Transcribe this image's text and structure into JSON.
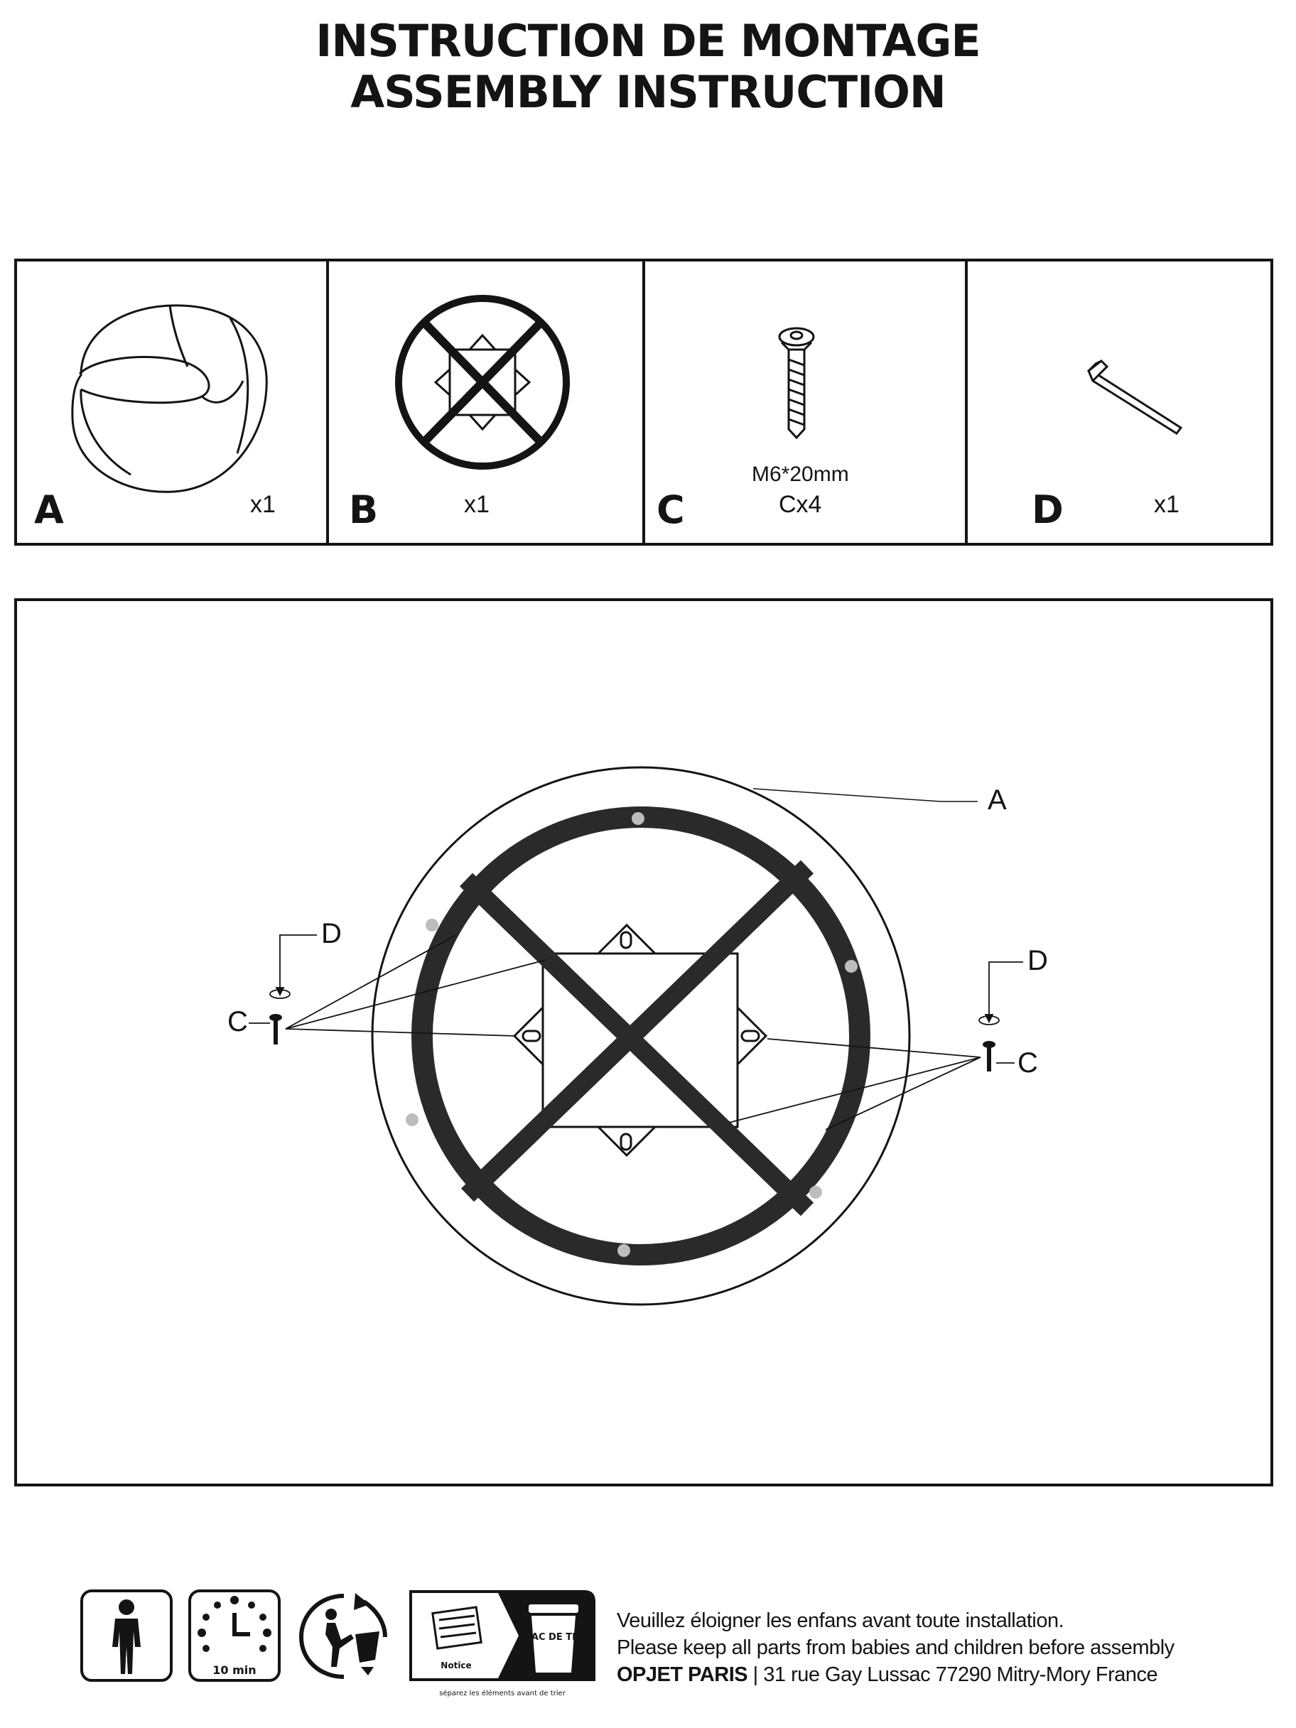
{
  "title": {
    "line1": "INSTRUCTION DE MONTAGE",
    "line2": "ASSEMBLY INSTRUCTION"
  },
  "parts": [
    {
      "letter": "A",
      "qty": "x1",
      "icon": "armchair-icon"
    },
    {
      "letter": "B",
      "qty": "x1",
      "icon": "swivel-base-icon"
    },
    {
      "letter": "C",
      "qty": "Cx4",
      "spec": "M6*20mm",
      "icon": "screw-icon"
    },
    {
      "letter": "D",
      "qty": "x1",
      "icon": "allen-key-icon"
    }
  ],
  "diagram": {
    "callouts": {
      "a": "A",
      "d_left": "D",
      "c_left": "C",
      "d_right": "D",
      "c_right": "C"
    }
  },
  "footer": {
    "icons": [
      "one-person-icon",
      "time-10-min-icon",
      "recycle-icon",
      "recycling-sort-icon"
    ],
    "time_label": "10 min",
    "sort_label_left": "Notice",
    "sort_label_bin": "BAC DE TRI",
    "sort_caption": "séparez les éléments avant de trier",
    "line1": "Veuillez éloigner les enfans avant toute installation.",
    "line2": "Please keep all parts from babies and children before assembly",
    "brand": "OPJET PARIS",
    "address": " | 31 rue Gay Lussac 77290 Mitry-Mory France"
  },
  "colors": {
    "ink": "#141414",
    "frame": "#2a2a2a",
    "dot": "#bdbdbd"
  }
}
